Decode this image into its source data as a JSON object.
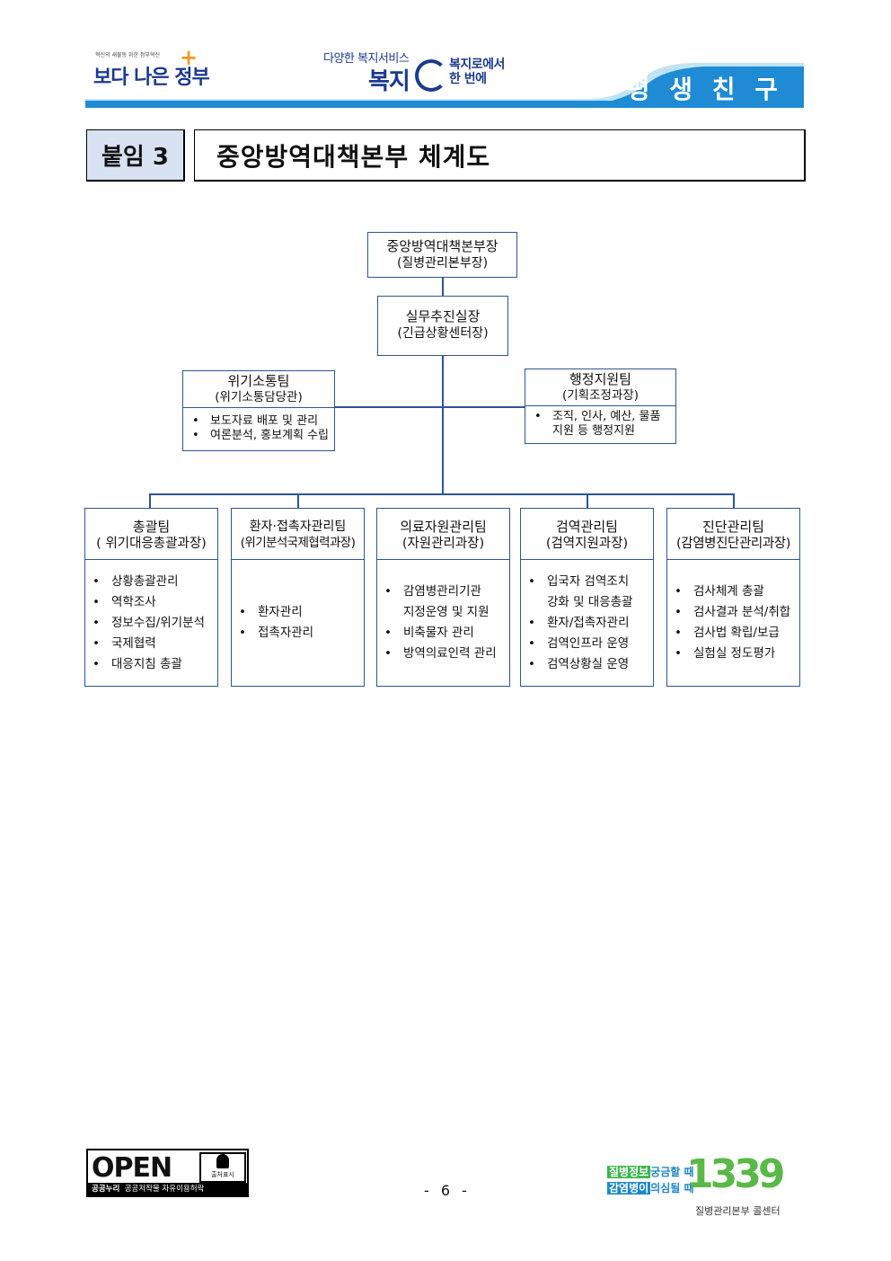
{
  "header": {
    "logo_left_small": "혁신의 새물동 위한 정부혁신",
    "logo_left_main_1": "보다 나은",
    "logo_left_main_2": "정부",
    "logo_center_tag": "다양한 복지서비스",
    "logo_center_main": "복지",
    "logo_center_side_1": "복지로에서",
    "logo_center_side_2": "한 번에",
    "banner_text": "평 생 친 구",
    "colors": {
      "banner_blue": "#1e8bd4",
      "banner_light": "#bfe3f5",
      "brand_navy": "#1b3a8f",
      "accent_orange": "#f29b1f"
    }
  },
  "title": {
    "tag": "붙임 3",
    "text": "중앙방역대책본부 체계도"
  },
  "org": {
    "top": {
      "name": "중앙방역대책본부장",
      "sub": "(질병관리본부장)"
    },
    "second": {
      "name": "실무추진실장",
      "sub": "(긴급상황센터장)"
    },
    "left_side": {
      "name": "위기소통팀",
      "sub": "(위기소통담당관)",
      "items": [
        "보도자료 배포 및 관리",
        "여론분석, 홍보계획 수립"
      ]
    },
    "right_side": {
      "name": "행정지원팀",
      "sub": "(기획조정과장)",
      "items": [
        "조직, 인사, 예산, 물품 지원 등 행정지원"
      ]
    },
    "teams": [
      {
        "name": "총괄팀",
        "sub": "( 위기대응총괄과장)",
        "items": [
          "상황총괄관리",
          "역학조사",
          "정보수집/위기분석",
          "국제협력",
          "대응지침 총괄"
        ]
      },
      {
        "name": "환자·접촉자관리팀",
        "sub": "(위기분석국제협력과장)",
        "items": [
          "환자관리",
          "접촉자관리"
        ]
      },
      {
        "name": "의료자원관리팀",
        "sub": "(자원관리과장)",
        "items": [
          "감염병관리기관 지정운영 및 지원",
          "비축물자 관리",
          "방역의료인력 관리"
        ]
      },
      {
        "name": "검역관리팀",
        "sub": "(검역지원과장)",
        "items": [
          "입국자 검역조치 강화 및 대응총괄",
          "환자/접촉자관리",
          "검역인프라 운영",
          "검역상황실 운영"
        ]
      },
      {
        "name": "진단관리팀",
        "sub": "(감염병진단관리과장)",
        "items": [
          "검사체계 총괄",
          "검사결과 분석/취합",
          "검사법 확립/보급",
          "실험실 정도평가"
        ]
      }
    ],
    "colors": {
      "line": "#2f5496",
      "title_tag_bg": "#d9e2f3"
    }
  },
  "footer": {
    "open_logo_text": "OPEN",
    "open_badge": "출처표시",
    "open_bar_1": "공공누리",
    "open_bar_2": "공공저작물 자유이용허락",
    "page_number": "- 6 -",
    "call_row1_hl": "질병정보",
    "call_row1_rest": "궁금할 때",
    "call_row2_hl": "감염병이",
    "call_row2_rest": "의심될 때",
    "call_number": "1339",
    "call_caption": "질병관리본부 콜센터"
  }
}
